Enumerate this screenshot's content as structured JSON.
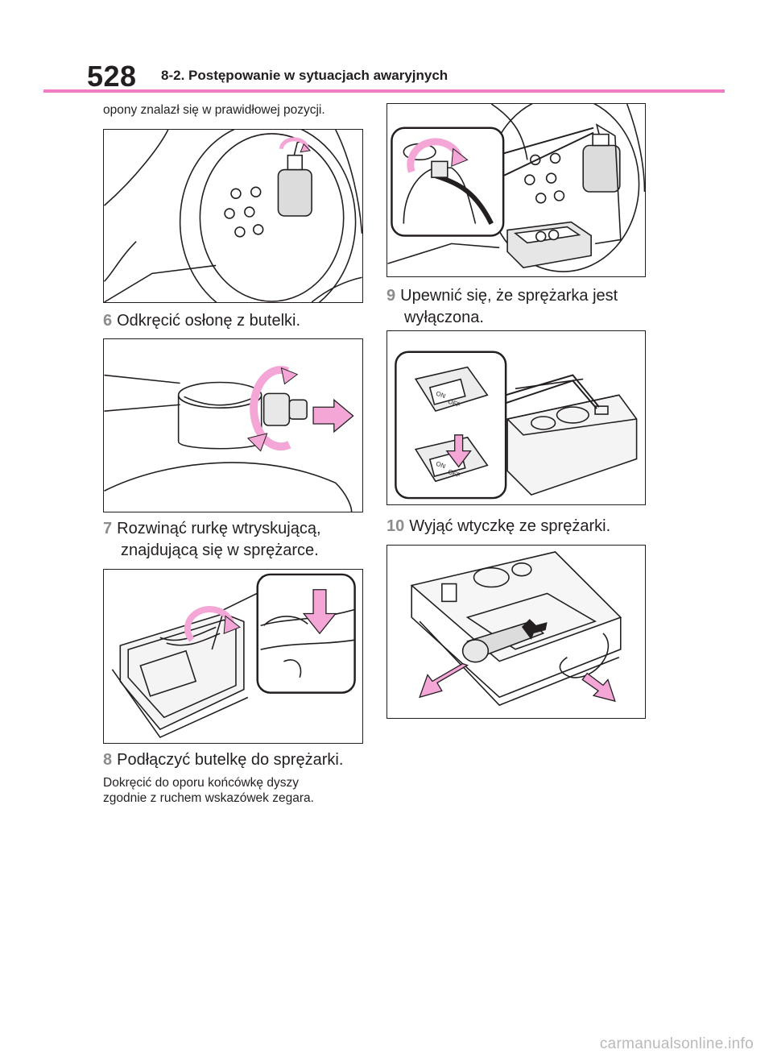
{
  "header": {
    "page_number": "528",
    "section_title": "8-2. Postępowanie w sytuacjach awaryjnych"
  },
  "left_column": {
    "intro_text": "opony znalazł się w prawidłowej pozycji.",
    "step6": {
      "number": "6",
      "text": "Odkręcić osłonę z butelki."
    },
    "step7": {
      "number": "7",
      "line1": "Rozwinąć rurkę wtryskującą,",
      "line2": "znajdującą się w sprężarce."
    },
    "step8": {
      "number": "8",
      "text": "Podłączyć butelkę do sprężarki."
    },
    "step8_note": {
      "line1": "Dokręcić do oporu końcówkę dyszy",
      "line2": "zgodnie z ruchem wskazówek zegara."
    }
  },
  "right_column": {
    "step9": {
      "number": "9",
      "line1": "Upewnić się, że sprężarka jest",
      "line2": "wyłączona."
    },
    "step10": {
      "number": "10",
      "text": "Wyjąć wtyczkę ze sprężarki."
    },
    "switch_labels": {
      "on": "ON",
      "off": "OFF"
    }
  },
  "footer": {
    "watermark": "carmanualsonline.info"
  },
  "colors": {
    "accent_pink": "#f07cc4",
    "arrow_pink": "#f4a6d7",
    "step_number_gray": "#8a8c8e"
  }
}
